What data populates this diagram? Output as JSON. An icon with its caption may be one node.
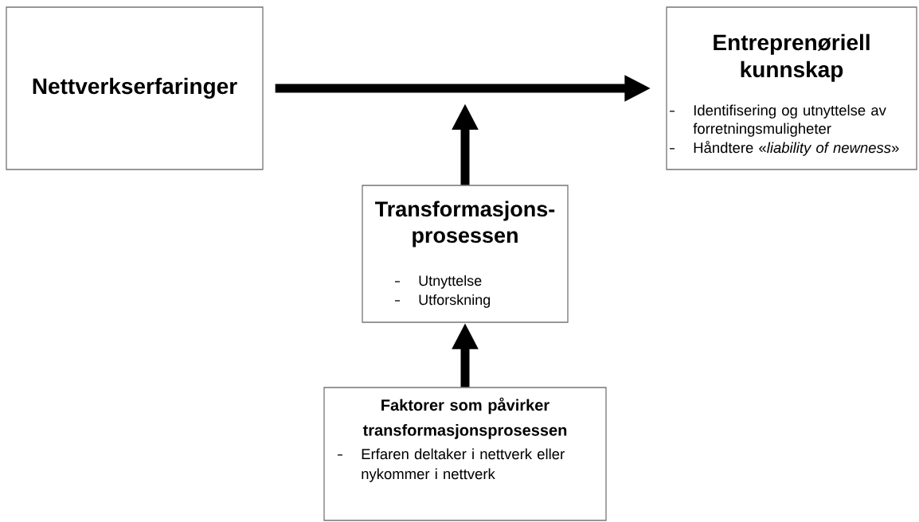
{
  "diagram": {
    "nodes": [
      {
        "text": [
          "Nettverkserfaringer"
        ]
      },
      {
        "text": [
          "Entreprenøriell kunnskap",
          "Identifisering og utnyttelse av forretningsmuligheter",
          "Håndtere «*liability of newness*»"
        ]
      },
      {
        "text": [
          "Transformasjons- prosessen",
          "Utnyttelse",
          "Utforskning"
        ]
      },
      {
        "text": [
          "Faktorer som påvirker transformasjonsprosessen",
          "Erfaren deltaker i nettverk eller nykommer i nettverk"
        ]
      }
    ],
    "edges": [
      {
        "from": 0,
        "to": 1,
        "arrow": "to"
      },
      {
        "from": 2,
        "to": null,
        "arrow": "to"
      },
      {
        "from": 3,
        "to": 2,
        "arrow": "to"
      }
    ]
  }
}
